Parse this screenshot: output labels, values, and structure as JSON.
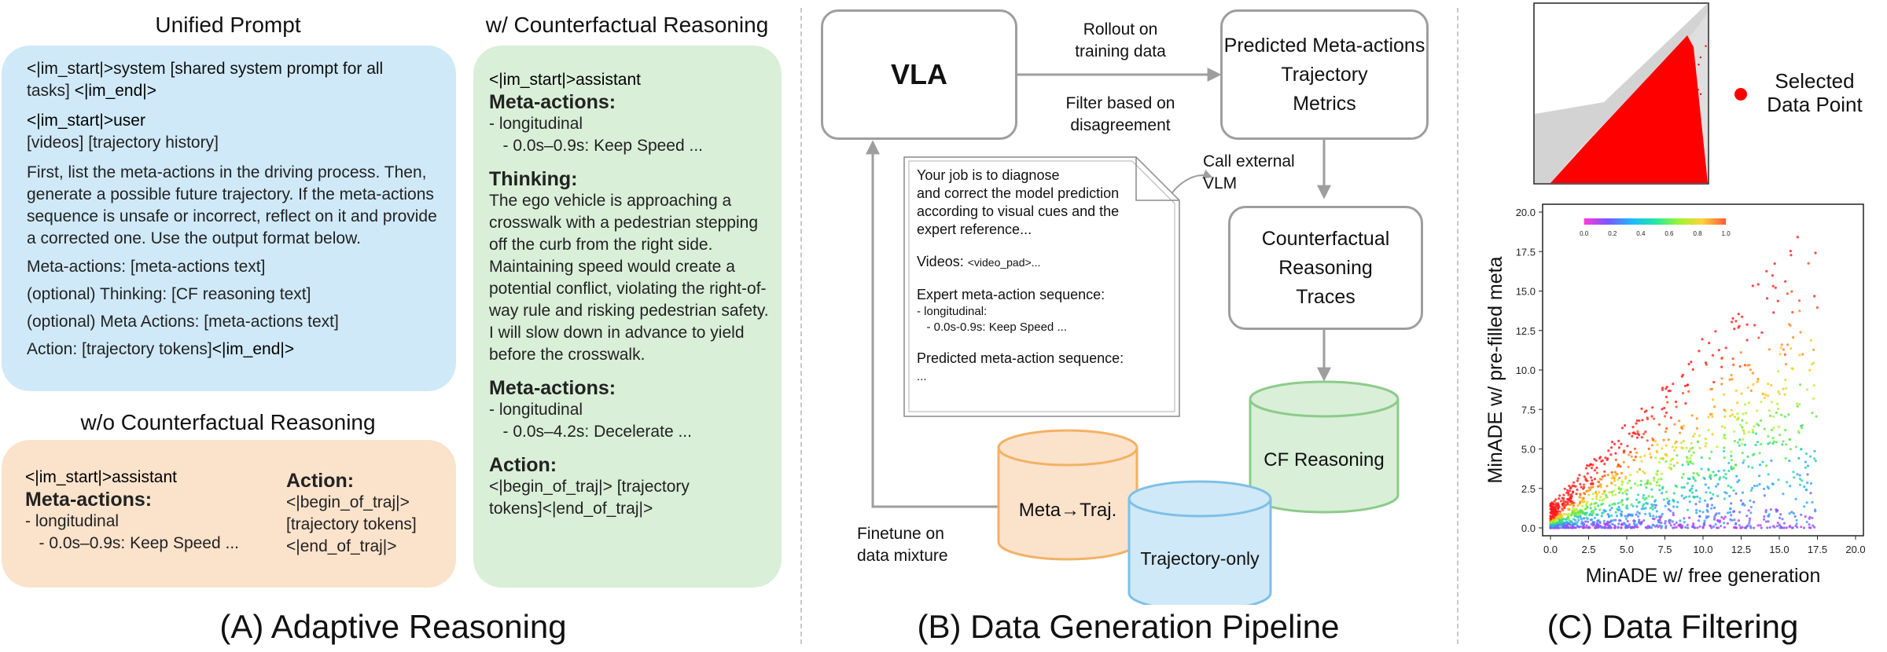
{
  "panel_a": {
    "caption": "(A) Adaptive Reasoning",
    "unified": {
      "title": "Unified Prompt",
      "l1a": "<|im_start|>system",
      "l1b": " [shared system prompt for all",
      "l2a": "tasks] ",
      "l2b": "<|im_end|>",
      "l3": "<|im_start|>user",
      "l4": "[videos] [trajectory history]",
      "para": "First, list the meta-actions in the driving process. Then, generate a possible future trajectory. If the meta-actions sequence is unsafe or incorrect, reflect on it and provide a corrected one. Use the output format below.",
      "f1": "Meta-actions: [meta-actions text]",
      "f2": "(optional) Thinking: [CF reasoning text]",
      "f3": "(optional) Meta Actions: [meta-actions text]",
      "f4a": "Action: [trajectory tokens]",
      "f4b": "<|im_end|>"
    },
    "wo_cf": {
      "title": "w/o Counterfactual Reasoning",
      "l1": "<|im_start|>assistant",
      "meta_head": "Meta-actions:",
      "l2": "- longitudinal",
      "l3": "   - 0.0s–0.9s: Keep Speed ...",
      "action_head": "Action:",
      "a1": "<|begin_of_traj|>",
      "a2": "[trajectory tokens]",
      "a3": "<|end_of_traj|>"
    },
    "w_cf": {
      "title": "w/ Counterfactual Reasoning",
      "l1": "<|im_start|>assistant",
      "meta_head": "Meta-actions:",
      "l2": "- longitudinal",
      "l3": "   - 0.0s–0.9s: Keep Speed ...",
      "thinking_head": "Thinking:",
      "thinking": "The ego vehicle is approaching a crosswalk with a pedestrian stepping off the curb from the right side. Maintaining speed would create a potential conflict, violating the right-of-way rule and risking pedestrian safety. I will slow down in advance to yield before the crosswalk.",
      "meta2_head": "Meta-actions:",
      "l4": "- longitudinal",
      "l5": "   - 0.0s–4.2s: Decelerate ...",
      "action_head": "Action:",
      "a1": "<|begin_of_traj|> [trajectory",
      "a2": "tokens]<|end_of_traj|>"
    }
  },
  "panel_b": {
    "caption": "(B) Data Generation Pipeline",
    "vla": "VLA",
    "rollout": "Rollout on\ntraining data",
    "filter": "Filter based on\ndisagreement",
    "predicted": "Predicted Meta-actions\nTrajectory\nMetrics",
    "call_vlm": "Call external\nVLM",
    "cf_traces": "Counterfactual\nReasoning\nTraces",
    "cf_reasoning": "CF Reasoning",
    "meta_traj": "Meta→Traj.",
    "traj_only": "Trajectory-only",
    "finetune": "Finetune on\ndata mixture",
    "doc": {
      "p1": "Your job is to diagnose\nand correct the model prediction\naccording to visual cues and the\nexpert reference...",
      "p2": "Videos: ",
      "p2b": "<video_pad>...",
      "p3": "Expert meta-action sequence:",
      "p3a": "- longitudinal:",
      "p3b": "   - 0.0s-0.9s: Keep Speed ...",
      "p4": "Predicted meta-action sequence:",
      "p4a": "..."
    }
  },
  "panel_c": {
    "caption": "(C) Data Filtering",
    "legend": "Selected\nData Point",
    "colors": {
      "selected": "#ff0000",
      "background": "#c8c8c8"
    },
    "chart_data": {
      "type": "scatter",
      "xlabel": "MinADE w/ free generation",
      "ylabel": "MinADE w/ pre-filled meta",
      "xlim": [
        0,
        20
      ],
      "ylim": [
        0,
        20
      ],
      "xticks": [
        "0.0",
        "2.5",
        "5.0",
        "7.5",
        "10.0",
        "12.5",
        "15.0",
        "17.5",
        "20.0"
      ],
      "yticks": [
        "0.0",
        "2.5",
        "5.0",
        "7.5",
        "10.0",
        "12.5",
        "15.0",
        "17.5",
        "20.0"
      ],
      "colorbar": {
        "ticks": [
          "0.0",
          "0.2",
          "0.4",
          "0.6",
          "0.8",
          "1.0"
        ],
        "colormap": "hsv"
      }
    }
  }
}
